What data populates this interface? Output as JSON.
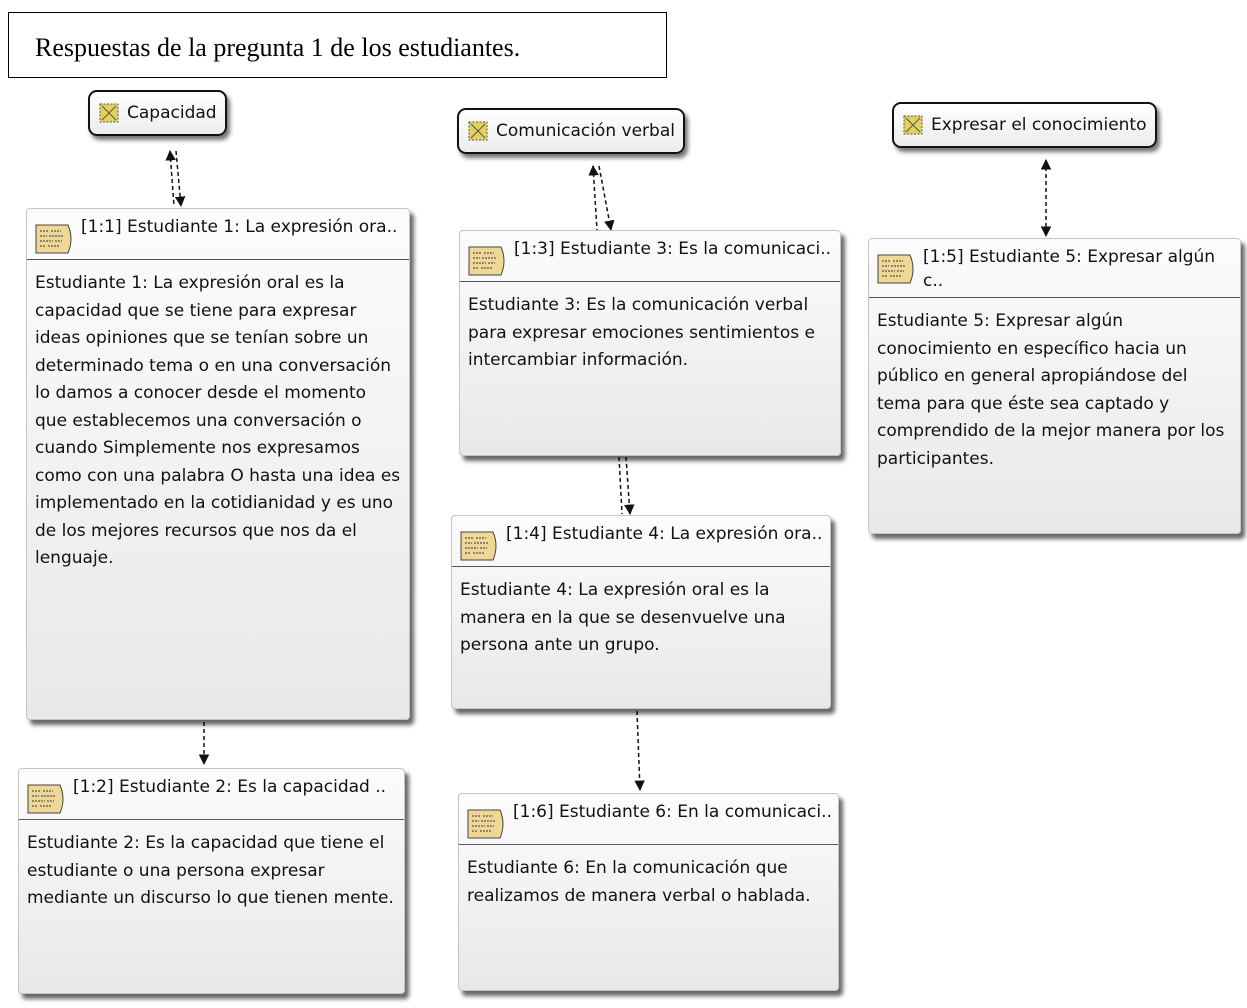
{
  "caption": "Respuestas de la pregunta 1 de los estudiantes.",
  "codes": {
    "capacidad": "Capacidad",
    "comunicacion": "Comunicación verbal",
    "expresar": "Expresar el conocimiento"
  },
  "quotes": {
    "q1": {
      "title": "[1:1] Estudiante 1: La expresión ora..",
      "text": "Estudiante 1: La expresión oral es la capacidad que se tiene para expresar ideas opiniones que se tenían sobre un determinado tema o en una conversación lo damos a conocer desde el momento que establecemos una conversación o cuando Simplemente nos expresamos como con una palabra O hasta una idea es implementado en la cotidianidad y es uno de los mejores recursos que nos da el lenguaje."
    },
    "q2": {
      "title": "[1:2] Estudiante 2: Es la capacidad ..",
      "text": "Estudiante 2: Es la capacidad que tiene el estudiante o una persona expresar mediante un discurso lo que tienen mente."
    },
    "q3": {
      "title": "[1:3] Estudiante 3: Es la comunicaci..",
      "text": "Estudiante 3: Es la comunicación verbal para expresar emociones sentimientos e intercambiar información."
    },
    "q4": {
      "title": "[1:4] Estudiante 4: La expresión ora..",
      "text": "Estudiante 4: La expresión oral es la manera en la que se desenvuelve una persona ante un grupo."
    },
    "q5": {
      "title": "[1:5] Estudiante 5: Expresar algún c..",
      "text": "Estudiante 5: Expresar algún conocimiento en específico hacia un público en general apropiándose del tema para que éste sea captado y comprendido de la mejor manera por los participantes."
    },
    "q6": {
      "title": "[1:6] Estudiante 6: En la comunicaci..",
      "text": "Estudiante 6: En la comunicación que realizamos de manera verbal o hablada."
    }
  },
  "colors": {
    "code_icon": "#e3d25a",
    "quote_icon": "#efd896"
  }
}
